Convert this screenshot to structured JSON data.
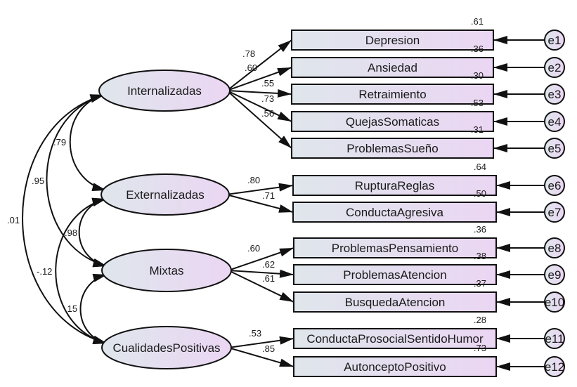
{
  "diagram": {
    "type": "sem_path_diagram",
    "colors": {
      "fill_start": "#dfe6ec",
      "fill_end": "#ebd6f3",
      "stroke": "#111111",
      "text": "#1a1a1a"
    },
    "latents": [
      {
        "id": "internalizadas",
        "label": "Internalizadas"
      },
      {
        "id": "externalizadas",
        "label": "Externalizadas"
      },
      {
        "id": "mixtas",
        "label": "Mixtas"
      },
      {
        "id": "cualidades",
        "label": "CualidadesPositivas"
      }
    ],
    "indicators": [
      {
        "label": "Depresion",
        "latent": 0,
        "loading": ".78",
        "r2": ".61",
        "error": "e1"
      },
      {
        "label": "Ansiedad",
        "latent": 0,
        "loading": ".60",
        "r2": ".36",
        "error": "e2"
      },
      {
        "label": "Retraimiento",
        "latent": 0,
        "loading": ".55",
        "r2": ".30",
        "error": "e3"
      },
      {
        "label": "QuejasSomaticas",
        "latent": 0,
        "loading": ".73",
        "r2": ".53",
        "error": "e4"
      },
      {
        "label": "ProblemasSueño",
        "latent": 0,
        "loading": ".56",
        "r2": ".31",
        "error": "e5"
      },
      {
        "label": "RupturaReglas",
        "latent": 1,
        "loading": ".80",
        "r2": ".64",
        "error": "e6"
      },
      {
        "label": "ConductaAgresiva",
        "latent": 1,
        "loading": ".71",
        "r2": ".50",
        "error": "e7"
      },
      {
        "label": "ProblemasPensamiento",
        "latent": 2,
        "loading": ".60",
        "r2": ".36",
        "error": "e8"
      },
      {
        "label": "ProblemasAtencion",
        "latent": 2,
        "loading": ".62",
        "r2": ".38",
        "error": "e9"
      },
      {
        "label": "BusquedaAtencion",
        "latent": 2,
        "loading": ".61",
        "r2": ".37",
        "error": "e10"
      },
      {
        "label": "ConductaProsocialSentidoHumor",
        "latent": 3,
        "loading": ".53",
        "r2": ".28",
        "error": "e11"
      },
      {
        "label": "AutonceptoPositivo",
        "latent": 3,
        "loading": ".85",
        "r2": ".73",
        "error": "e12"
      }
    ],
    "covariances": [
      {
        "from": 0,
        "to": 1,
        "value": ".79"
      },
      {
        "from": 0,
        "to": 2,
        "value": ".95"
      },
      {
        "from": 0,
        "to": 3,
        "value": ".01"
      },
      {
        "from": 1,
        "to": 2,
        "value": ".98"
      },
      {
        "from": 1,
        "to": 3,
        "value": "-.12"
      },
      {
        "from": 2,
        "to": 3,
        "value": ".15"
      }
    ]
  }
}
